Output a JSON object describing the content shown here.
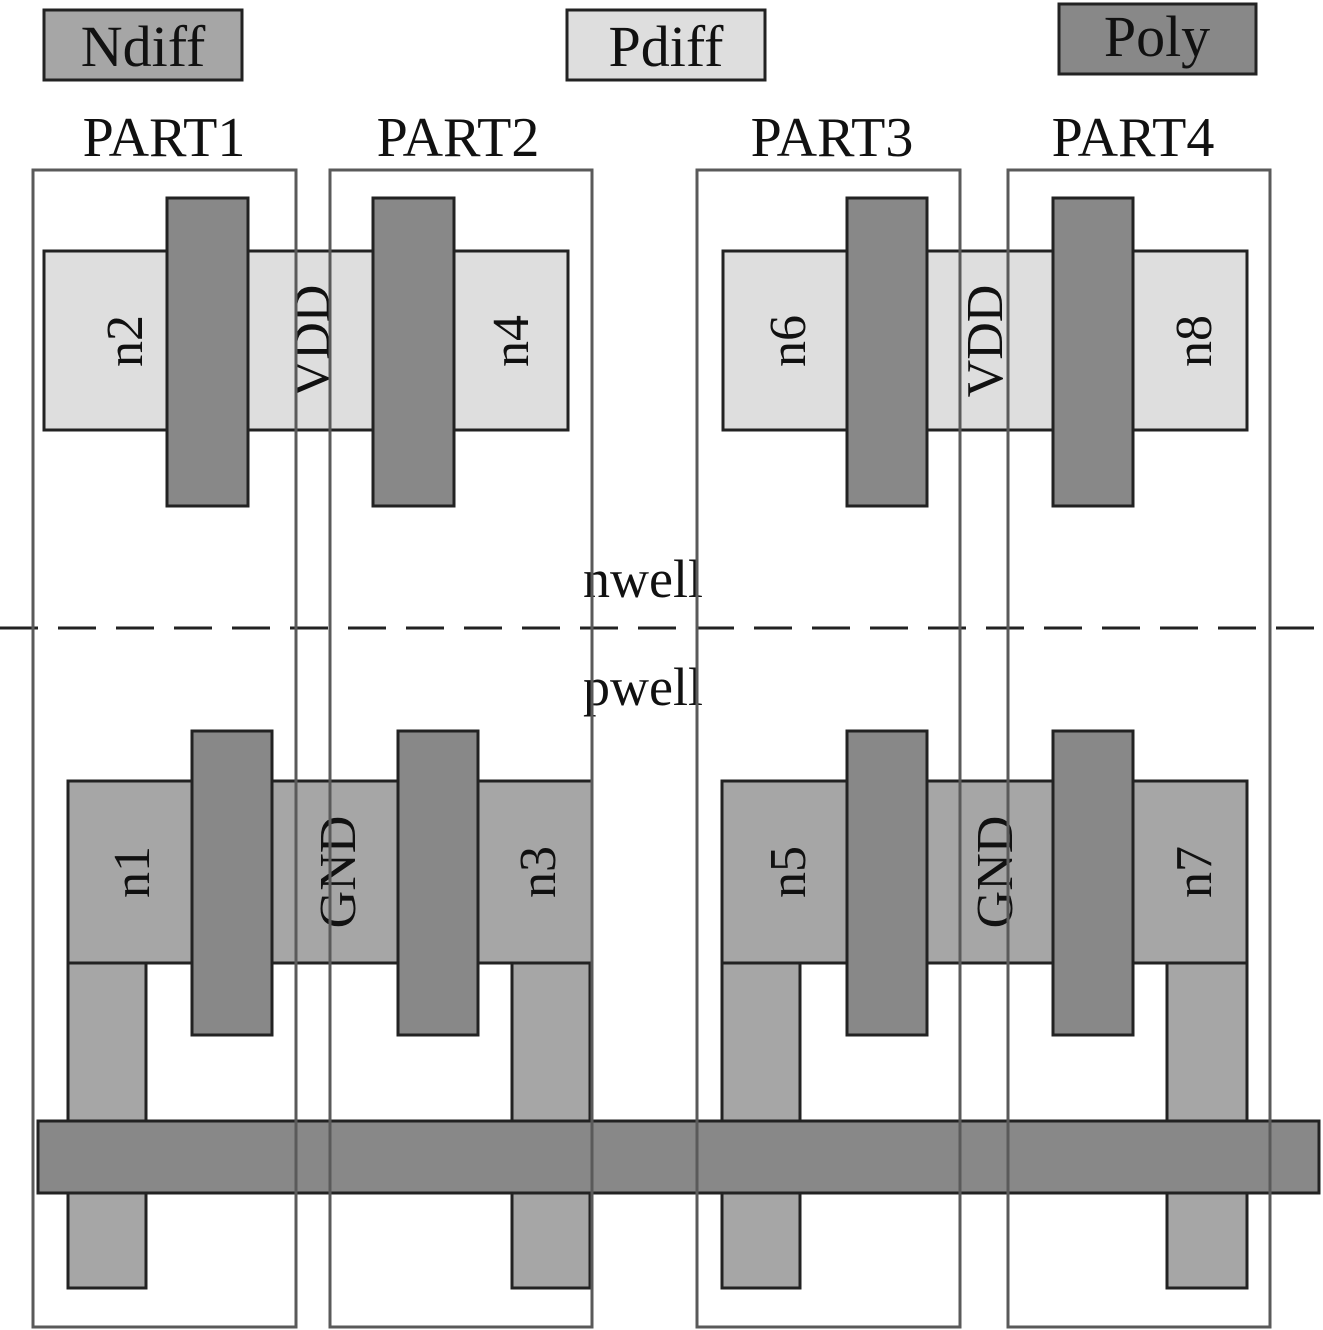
{
  "colors": {
    "ndiff": "#a6a6a6",
    "pdiff": "#dedede",
    "poly": "#888888",
    "outline": "#222222",
    "partition": "#5a5a5a",
    "text": "#111111"
  },
  "legend": {
    "ndiff": "Ndiff",
    "pdiff": "Pdiff",
    "poly": "Poly"
  },
  "parts": [
    "PART1",
    "PART2",
    "PART3",
    "PART4"
  ],
  "wells": {
    "nwell": "nwell",
    "pwell": "pwell"
  },
  "nodes": {
    "n1": "n1",
    "n2": "n2",
    "n3": "n3",
    "n4": "n4",
    "n5": "n5",
    "n6": "n6",
    "n7": "n7",
    "n8": "n8",
    "vdd_left": "VDD",
    "vdd_right": "VDD",
    "gnd_left": "GND",
    "gnd_right": "GND"
  }
}
